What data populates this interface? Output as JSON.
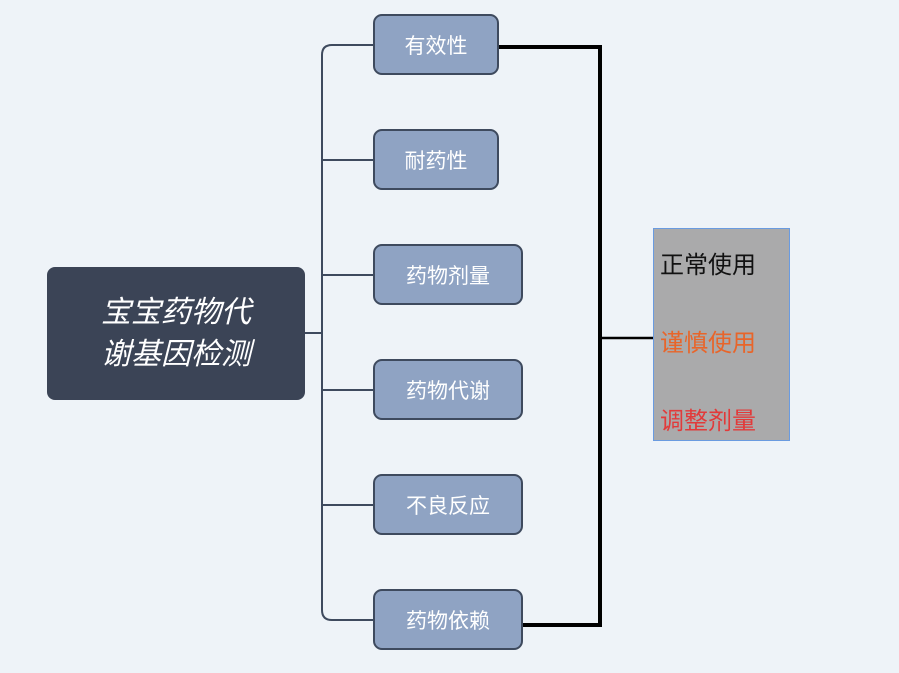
{
  "root": {
    "label": "宝宝药物代谢基因检测"
  },
  "children": [
    {
      "label": "有效性"
    },
    {
      "label": "耐药性"
    },
    {
      "label": "药物剂量"
    },
    {
      "label": "药物代谢"
    },
    {
      "label": "不良反应"
    },
    {
      "label": "药物依赖"
    }
  ],
  "result": {
    "items": [
      {
        "label": "正常使用",
        "color": "#111111"
      },
      {
        "label": "谨慎使用",
        "color": "#e8652a"
      },
      {
        "label": "调整剂量",
        "color": "#e23a3a"
      }
    ]
  }
}
